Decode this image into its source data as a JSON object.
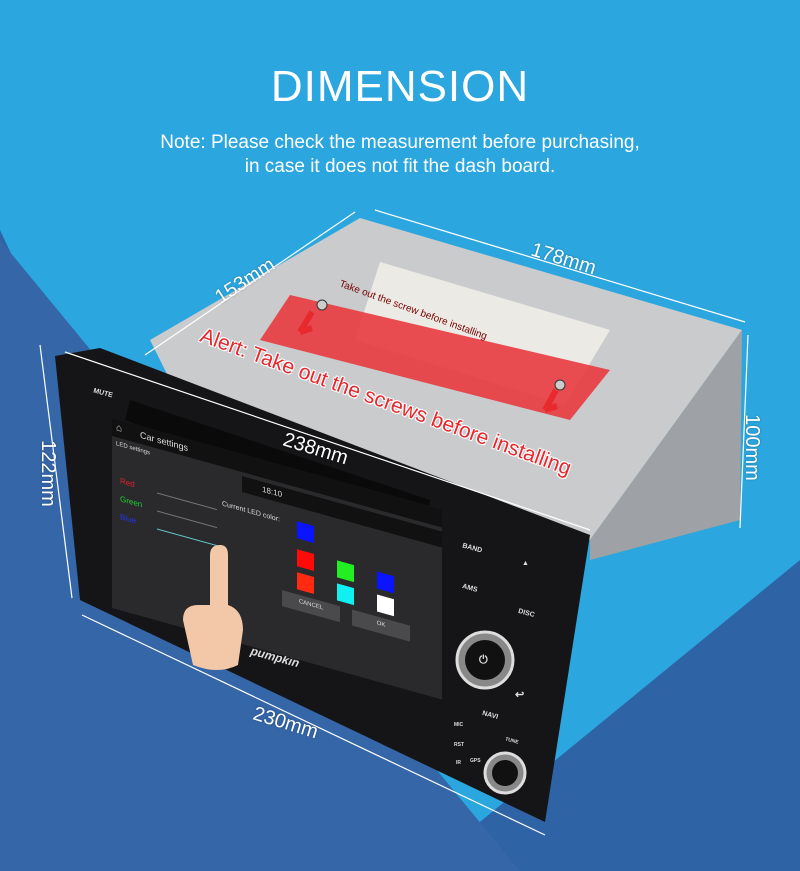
{
  "header": {
    "title": "DIMENSION",
    "note_line1": "Note: Please check the measurement before purchasing,",
    "note_line2": "in case it does not fit the dash board."
  },
  "dimensions": {
    "depth": "153mm",
    "chassis_width": "178mm",
    "front_width": "238mm",
    "front_height": "122mm",
    "chassis_height": "100mm",
    "bottom_width": "230mm"
  },
  "alert": "Alert: Take out the screws before installing",
  "label_sticker": "Take out the screw before installing",
  "device": {
    "brand": "pumpkin",
    "buttons": {
      "mute": "MUTE",
      "band": "BAND",
      "eject": "▲",
      "ams": "AMS",
      "disc": "DISC",
      "navi": "NAVI",
      "tune": "TUNE",
      "back": "↩",
      "power": "⏻",
      "mic": "MIC",
      "rst": "RST",
      "ir": "IR",
      "gps": "GPS"
    },
    "screen": {
      "app_title": "Car settings",
      "subtitle": "LED settings",
      "clock": "18:10",
      "sliders": [
        {
          "label": "Red",
          "color": "#e0202a",
          "value": 0
        },
        {
          "label": "Green",
          "color": "#22cc33",
          "value": 0
        },
        {
          "label": "Blue",
          "color": "#2233ee",
          "value": 1
        }
      ],
      "current_label": "Current LED color:",
      "current_color": "#0a14ff",
      "swatches": [
        "#ff0a0a",
        "#ff2a10",
        "#22ee22",
        "#10f0f0",
        "#0a14ff",
        "#ffffff"
      ],
      "cancel": "CANCEL",
      "ok": "OK"
    }
  }
}
